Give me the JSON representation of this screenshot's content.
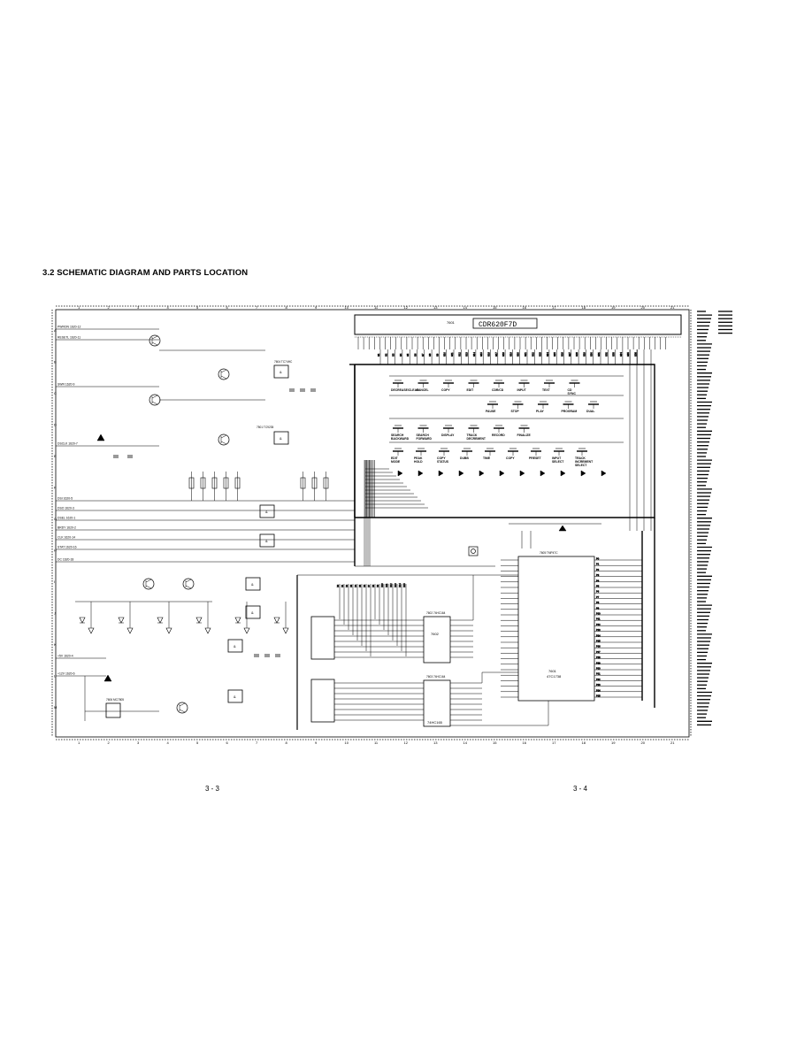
{
  "heading": "3.2  SCHEMATIC DIAGRAM AND PARTS LOCATION",
  "display_label": "CDR620F7D",
  "display_ref": "7601",
  "page_left": "3 - 3",
  "page_right": "3 - 4",
  "grid_numbers": [
    "1",
    "2",
    "3",
    "4",
    "5",
    "6",
    "7",
    "8",
    "9",
    "10",
    "11",
    "12",
    "13",
    "14",
    "15",
    "16",
    "17",
    "18",
    "19",
    "20",
    "21"
  ],
  "grid_letters": [
    "A",
    "B",
    "C",
    "D",
    "E",
    "F",
    "G",
    "H",
    "I",
    "J",
    "K",
    "L",
    "M"
  ],
  "keys_row1": [
    "DECREASE/CLEAR",
    "CANCEL",
    "COPY",
    "EDIT",
    "CDR/CD",
    "INPUT",
    "TEXT",
    "CD SYNC"
  ],
  "keys_row2": [
    "PAUSE",
    "STOP",
    "PLAY",
    "PROGRAM",
    "DUAL"
  ],
  "keys_row3": [
    "SEARCH BACKWARD",
    "SEARCH FORWARD",
    "DISPLAY",
    "TRACK DECREMENT",
    "RECORD",
    "FINALIZE"
  ],
  "keys_row4": [
    "EDIT MODE",
    "PEAK HOLD",
    "COPY STATUS",
    "DUBB",
    "TIME",
    "COPY",
    "PRESET",
    "INPUT SELECT",
    "TRACK INCREMENT SELECT"
  ],
  "connectors": [
    "PWRON 1620-12",
    "RESETL 1620-11",
    "SWR 1620-9",
    "DSCLK 1620-7",
    "DSI 1620-5",
    "DSO 1620-3",
    "DSEL 1620-1",
    "BRDY 1620-2",
    "CLK 1620-14",
    "STAT 1620-16",
    "DC 1620-18",
    "+5V 1620-4",
    "+12V 1620-6"
  ],
  "ic_labels": [
    "7602 74HC164",
    "7603 74HC164",
    "7604 TC74HC",
    "7605 TMP47C",
    "7606 MC7805",
    "7501 TC9235"
  ]
}
